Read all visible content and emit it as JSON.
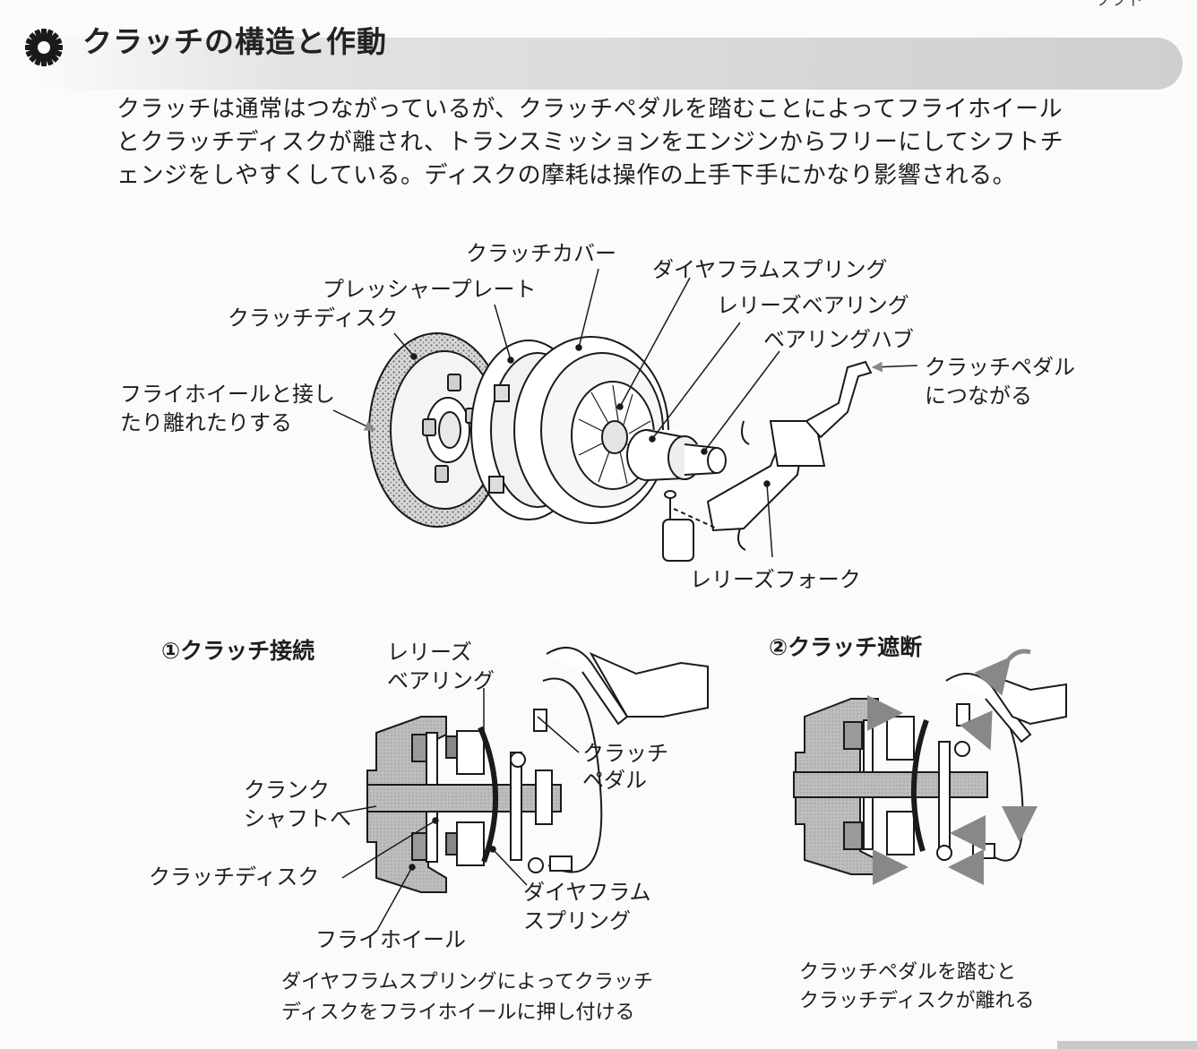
{
  "header": {
    "title": "クラッチの構造と作動",
    "corner_fragment": "ソフト"
  },
  "intro": {
    "lines": [
      "クラッチは通常はつながっているが、クラッチペダルを踏むことによってフライホイール",
      "とクラッチディスクが離され、トランスミッションをエンジンからフリーにしてシフトチ",
      "ェンジをしやすくしている。ディスクの摩耗は操作の上手下手にかなり影響される。"
    ]
  },
  "exploded_view": {
    "labels": {
      "clutch_cover": "クラッチカバー",
      "pressure_plate": "プレッシャープレート",
      "clutch_disc": "クラッチディスク",
      "diaphragm_spring": "ダイヤフラムスプリング",
      "release_bearing": "レリーズベアリング",
      "bearing_hub": "ベアリングハブ",
      "pedal_link": [
        "クラッチペダル",
        "につながる"
      ],
      "flywheel_note": [
        "フライホイールと接し",
        "たり離れたりする"
      ],
      "release_fork": "レリーズフォーク"
    }
  },
  "engaged": {
    "title": "①クラッチ接続",
    "labels": {
      "release_bearing": [
        "レリーズ",
        "ベアリング"
      ],
      "clutch_pedal": [
        "クラッチ",
        "ペダル"
      ],
      "crankshaft": [
        "クランク",
        "シャフトへ"
      ],
      "clutch_disc": "クラッチディスク",
      "diaphragm_spring": [
        "ダイヤフラム",
        "スプリング"
      ],
      "flywheel": "フライホイール"
    },
    "caption": [
      "ダイヤフラムスプリングによってクラッチ",
      "ディスクをフライホイールに押し付ける"
    ]
  },
  "disengaged": {
    "title": "②クラッチ遮断",
    "caption": [
      "クラッチペダルを踏むと",
      "クラッチディスクが離れる"
    ]
  }
}
